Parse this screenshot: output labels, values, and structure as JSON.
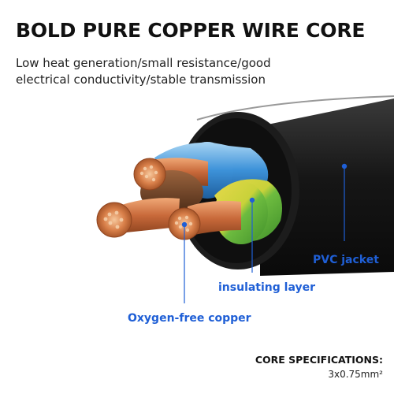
{
  "headline": "BOLD PURE COPPER WIRE CORE",
  "subline": {
    "line1": "Low heat generation/small resistance/good",
    "line2": "electrical conductivity/stable transmission"
  },
  "callouts": {
    "jacket": "PVC jacket",
    "insulating": "insulating layer",
    "copper": "Oxygen-free copper"
  },
  "spec": {
    "title": "CORE SPECIFICATIONS:",
    "value": "3x0.75mm²"
  },
  "colors": {
    "accent": "#1f5fd6",
    "jacket": "#1a1a1a",
    "insulation_blue": "#3d92d9",
    "insulation_green_yellow": "#7cc242",
    "insulation_brown": "#7a4a2a",
    "copper": "#d9804a"
  }
}
